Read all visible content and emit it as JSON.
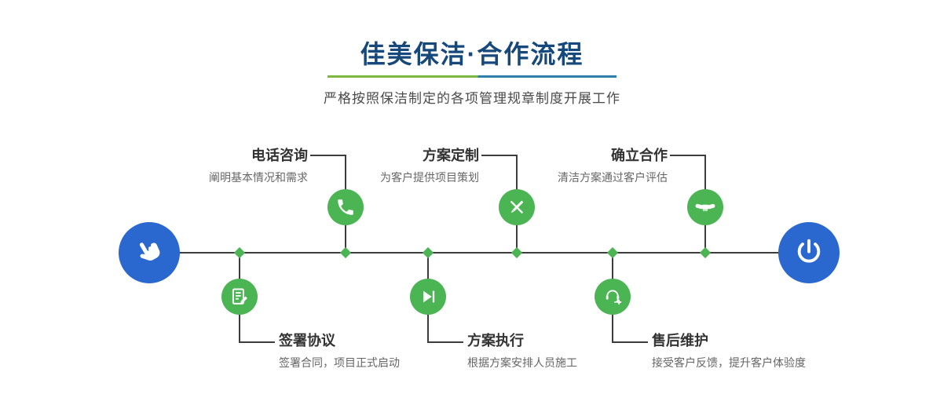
{
  "header": {
    "title": "佳美保洁·合作流程",
    "subtitle": "严格按照保洁制定的各项管理规章制度开展工作"
  },
  "colors": {
    "title_blue": "#17487b",
    "endpoint_blue": "#2a68cf",
    "step_green": "#4bb553",
    "connector_dark": "#3d3d3d",
    "divider_green": "#7cb83f",
    "divider_blue": "#2f7fae"
  },
  "timeline": {
    "start_icon": "pointing-hand-icon",
    "end_icon": "power-icon"
  },
  "steps_top": [
    {
      "title": "电话咨询",
      "desc": "阐明基本情况和需求",
      "icon": "phone-icon"
    },
    {
      "title": "方案定制",
      "desc": "为客户提供项目策划",
      "icon": "pencil-ruler-icon"
    },
    {
      "title": "确立合作",
      "desc": "清洁方案通过客户评估",
      "icon": "handshake-icon"
    }
  ],
  "steps_bottom": [
    {
      "title": "签署协议",
      "desc": "签署合同，项目正式启动",
      "icon": "contract-icon"
    },
    {
      "title": "方案执行",
      "desc": "根据方案安排人员施工",
      "icon": "play-icon"
    },
    {
      "title": "售后维护",
      "desc": "接受客户反馈，提升客户体验度",
      "icon": "headset-icon"
    }
  ]
}
